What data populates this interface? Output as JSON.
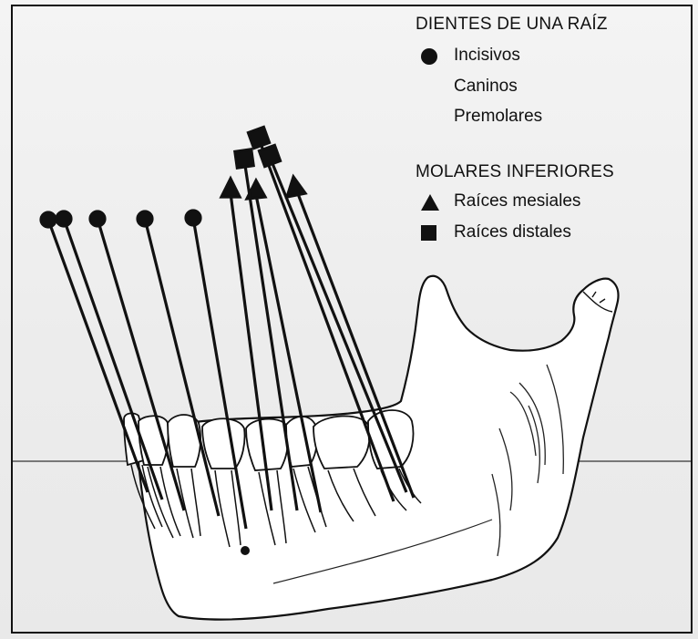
{
  "legend": {
    "single_root_heading": "DIENTES DE UNA RAÍZ",
    "single_root_items": [
      {
        "label": "Incisivos",
        "symbol": "circle-icon"
      },
      {
        "label": "Caninos",
        "symbol": ""
      },
      {
        "label": "Premolares",
        "symbol": ""
      }
    ],
    "lower_molars_heading": "MOLARES INFERIORES",
    "lower_molars_items": [
      {
        "label": "Raíces mesiales",
        "symbol": "triangle-icon"
      },
      {
        "label": "Raíces distales",
        "symbol": "square-icon"
      }
    ]
  },
  "colors": {
    "ink": "#111111",
    "bone": "#ffffff",
    "background": "#eeeeee"
  }
}
